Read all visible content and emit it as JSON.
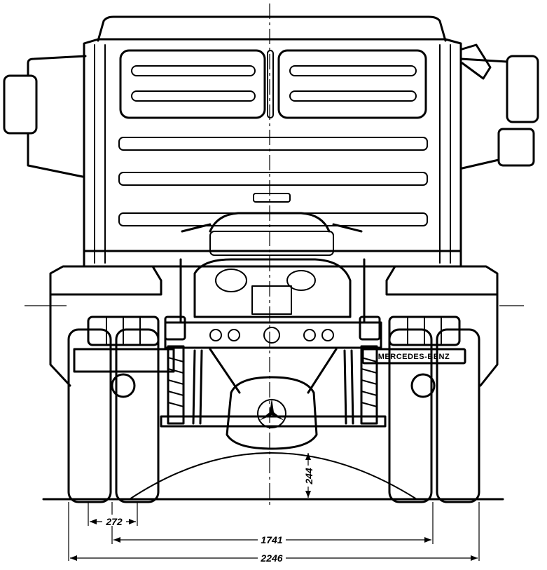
{
  "badge": {
    "text": "MERCEDES-BENZ"
  },
  "dimensions": {
    "tire_width": "272",
    "track_width": "1741",
    "overall_width": "2246",
    "ground_clearance": "244"
  }
}
